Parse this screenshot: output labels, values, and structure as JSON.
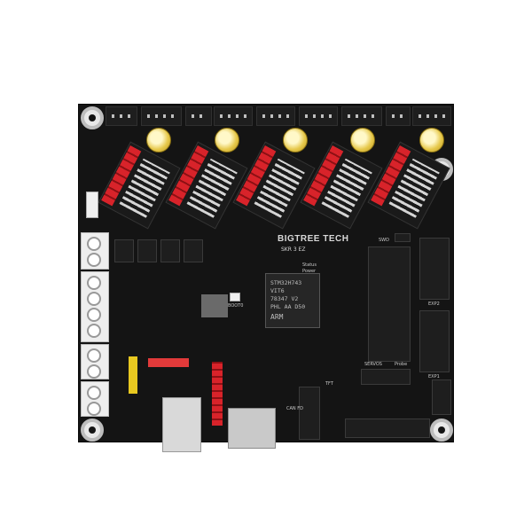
{
  "product": {
    "brand_text": "BIGTREE TECH",
    "model_text": "SKR 3 EZ",
    "swd_label": "SWD",
    "tft_label": "TFT",
    "servos_label": "SERVOS",
    "probe_label": "Probe",
    "exp1_label": "EXP1",
    "exp2_label": "EXP2",
    "status_label": "Status",
    "power_label": "Power",
    "boot0_label": "BOOT0",
    "can_fd_label": "CAN FD"
  },
  "mcu": {
    "line1": "STM32H743",
    "line2": "VIT6",
    "line3": "78347 V2",
    "line4": "PHL AA D50",
    "line5": "ARM"
  },
  "colors": {
    "pcb": "#141414",
    "driver_red": "#d8232a",
    "capacitor": "#e6c84a",
    "silkscreen": "#d8d8d8"
  }
}
